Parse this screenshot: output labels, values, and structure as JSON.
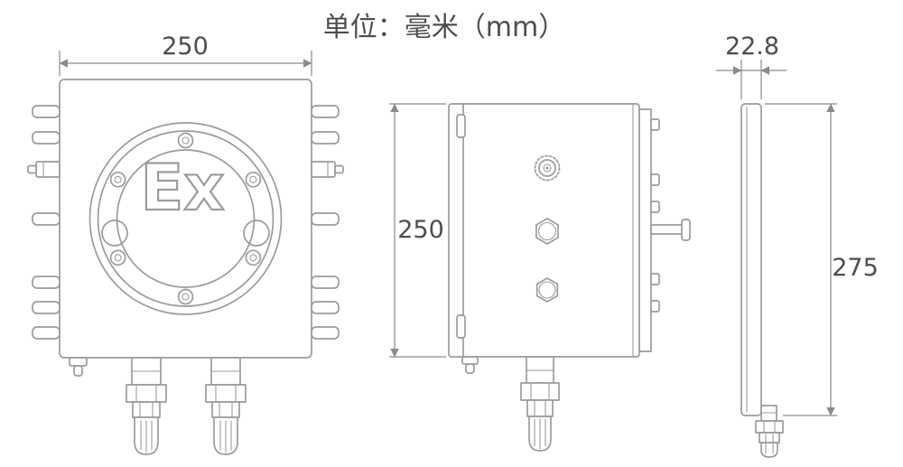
{
  "title": "单位：毫米（mm）",
  "front_view": {
    "width_dim": "250",
    "ex_label": "Ex"
  },
  "side_view": {
    "height_dim": "250"
  },
  "profile_view": {
    "thickness_dim": "22.8",
    "height_dim": "275"
  },
  "colors": {
    "line-color": "#9b9b9b",
    "dim-color": "#8a8a8a",
    "text-color": "#4d4d4d",
    "canvas": "#ffffff"
  }
}
